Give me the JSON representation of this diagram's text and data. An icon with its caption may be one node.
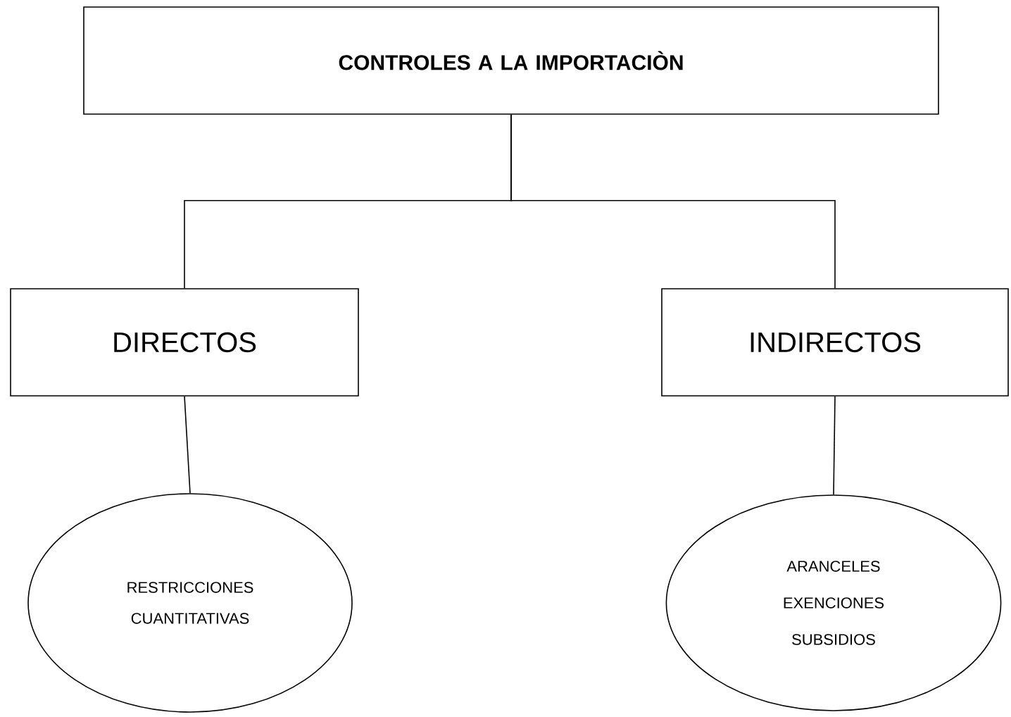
{
  "diagram": {
    "nodes": [
      {
        "text": [
          "CONTROLES A LA IMPORTACIÒN"
        ]
      },
      {
        "text": [
          "DIRECTOS"
        ]
      },
      {
        "text": [
          "INDIRECTOS"
        ]
      },
      {
        "text": [
          "RESTRICCIONES CUANTITATIVAS"
        ]
      },
      {
        "text": [
          "ARANCELES",
          "EXENCIONES",
          "SUBSIDIOS"
        ]
      }
    ],
    "edges": [
      {
        "from": 0,
        "to": 1,
        "arrow": "none"
      },
      {
        "from": 0,
        "to": 2,
        "arrow": "none"
      },
      {
        "from": 1,
        "to": 3,
        "arrow": "none"
      },
      {
        "from": 2,
        "to": 4,
        "arrow": "none"
      }
    ]
  }
}
